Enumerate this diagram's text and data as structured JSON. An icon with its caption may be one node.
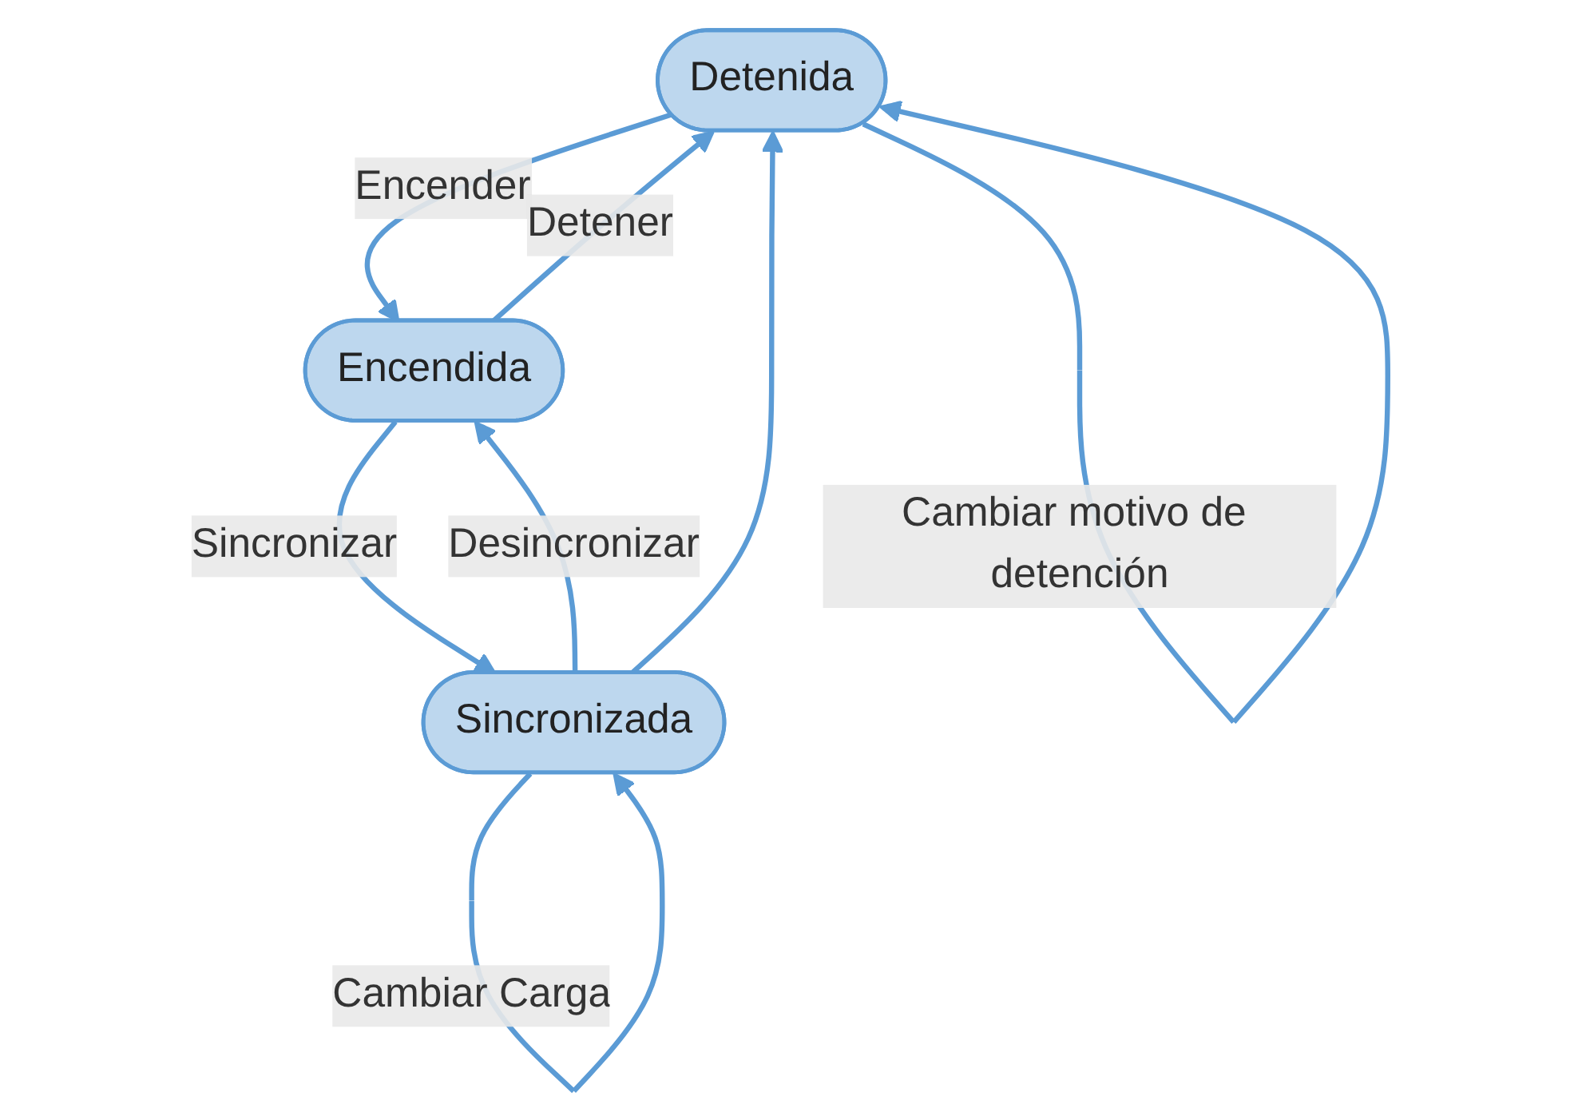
{
  "diagram": {
    "nodes": [
      {
        "text": [
          "Detenida"
        ]
      },
      {
        "text": [
          "Encendida"
        ]
      },
      {
        "text": [
          "Sincronizada"
        ]
      }
    ],
    "edges": [
      {
        "from": 0,
        "to": 0,
        "arrow": "to",
        "label": "Cambiar motivo de detención"
      },
      {
        "from": 0,
        "to": 1,
        "arrow": "to",
        "label": "Encender"
      },
      {
        "from": 1,
        "to": 0,
        "arrow": "to",
        "label": "Detener"
      },
      {
        "from": 1,
        "to": 2,
        "arrow": "to",
        "label": "Sincronizar"
      },
      {
        "from": 2,
        "to": 2,
        "arrow": "to",
        "label": "Cambiar Carga"
      },
      {
        "from": 2,
        "to": 1,
        "arrow": "to",
        "label": "Desincronizar"
      },
      {
        "from": 2,
        "to": 0,
        "arrow": "to"
      }
    ]
  }
}
